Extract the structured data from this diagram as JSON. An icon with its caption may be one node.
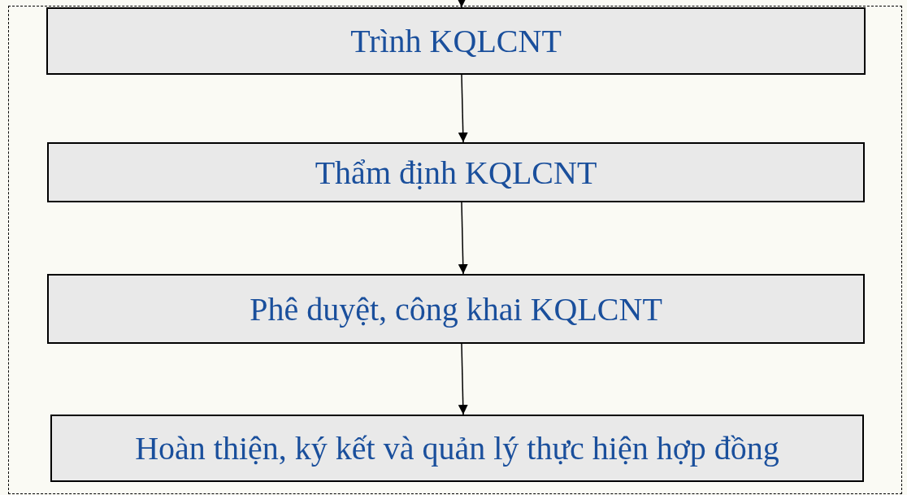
{
  "diagram": {
    "nodes": [
      {
        "text": [],
        "shape": "box"
      },
      {
        "text": [
          "Trình KQLCNT"
        ],
        "in": 0
      },
      {
        "text": [
          "Thẩm định KQLCNT"
        ],
        "in": 0
      },
      {
        "text": [
          "Phê duyệt, công khai KQLCNT"
        ],
        "in": 0
      },
      {
        "text": [
          "Hoàn thiện, ký kết và quản lý thực hiện hợp đồng"
        ],
        "in": 0
      }
    ],
    "edges": [
      {
        "from": null,
        "to": 1,
        "arrow": "to"
      },
      {
        "from": 1,
        "to": 2,
        "arrow": "to"
      },
      {
        "from": 2,
        "to": 3,
        "arrow": "to"
      },
      {
        "from": 3,
        "to": 4,
        "arrow": "to"
      }
    ]
  }
}
